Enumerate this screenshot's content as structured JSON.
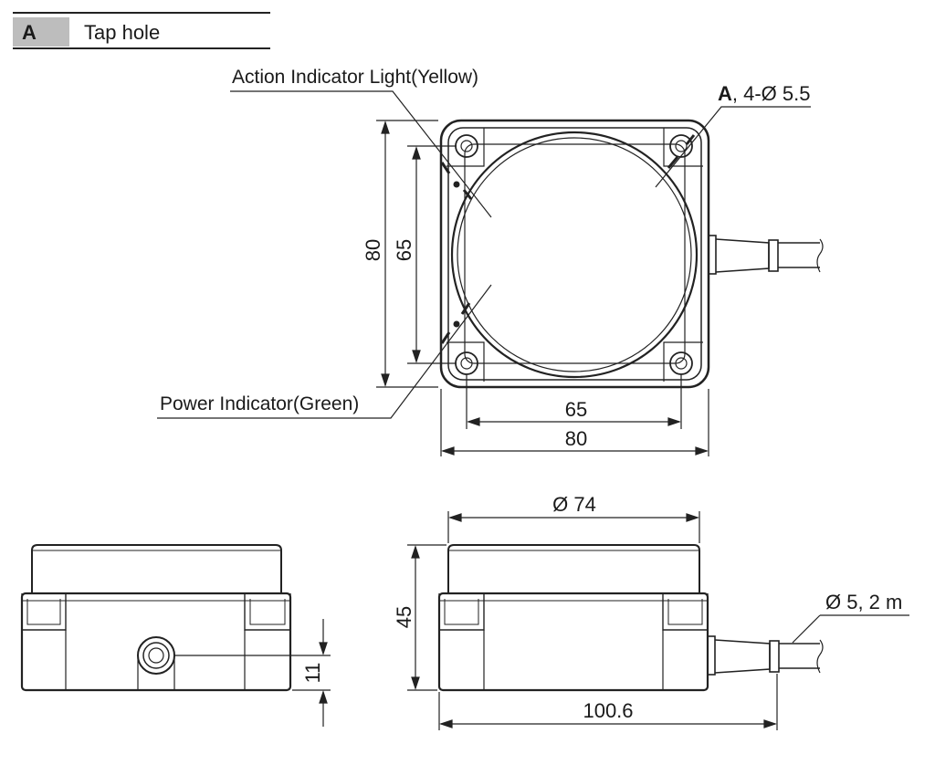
{
  "legend": {
    "key": "A",
    "text": "Tap hole"
  },
  "labels": {
    "action_indicator": "Action Indicator Light(Yellow)",
    "power_indicator": "Power Indicator(Green)",
    "tap_hole_letter": "A",
    "tap_hole_spec": ", 4-Ø 5.5"
  },
  "dimensions": {
    "height_outer": "80",
    "height_inner": "65",
    "width_inner": "65",
    "width_outer": "80",
    "diameter_face": "Ø 74",
    "side_height": "45",
    "side_width": "100.6",
    "hole_height": "11",
    "cable": "Ø 5, 2 m"
  },
  "colors": {
    "line": "#222222",
    "legend_bg": "#bdbdbd",
    "body_fill": "#ffffff"
  }
}
